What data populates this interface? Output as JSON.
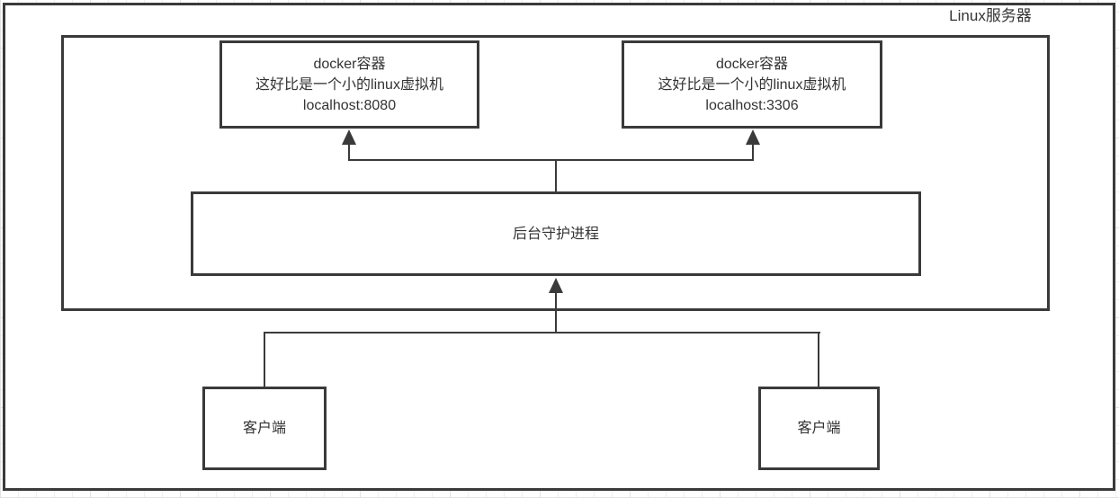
{
  "diagram": {
    "server_label": "Linux服务器",
    "docker1": {
      "title": "docker容器",
      "desc": "这好比是一个小的linux虚拟机",
      "address": "localhost:8080"
    },
    "docker2": {
      "title": "docker容器",
      "desc": "这好比是一个小的linux虚拟机",
      "address": "localhost:3306"
    },
    "daemon_label": "后台守护进程",
    "client1_label": "客户端",
    "client2_label": "客户端",
    "colors": {
      "stroke": "#3a3a3a",
      "text": "#333333",
      "grid": "#efefef",
      "background": "#ffffff"
    }
  }
}
